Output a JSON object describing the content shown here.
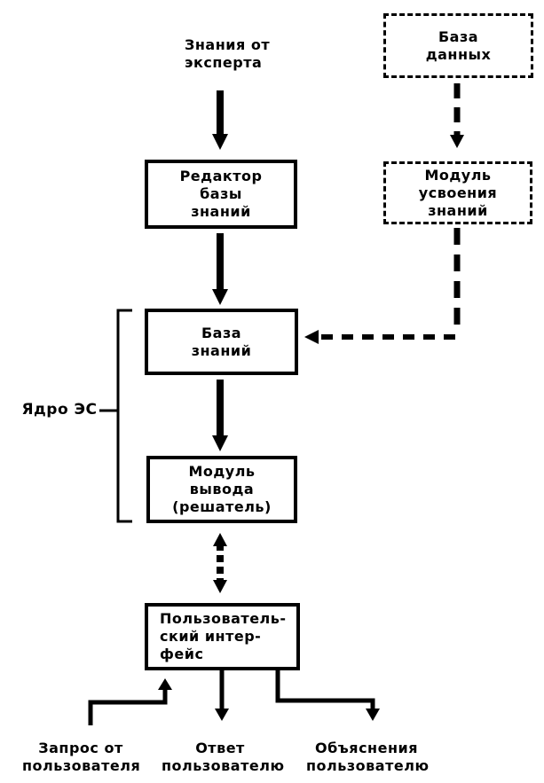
{
  "colors": {
    "ink": "#000000",
    "background": "#ffffff"
  },
  "diagram": {
    "nodes": {
      "expert_knowledge": {
        "lines": [
          "Знания от",
          "эксперта"
        ]
      },
      "database": {
        "lines": [
          "База",
          "данных"
        ]
      },
      "kb_editor": {
        "lines": [
          "Редактор",
          "базы",
          "знаний"
        ]
      },
      "acquisition_module": {
        "lines": [
          "Модуль",
          "усвоения",
          "знаний"
        ]
      },
      "knowledge_base": {
        "lines": [
          "База",
          "знаний"
        ]
      },
      "inference_module": {
        "lines": [
          "Модуль",
          "вывода",
          "(решатель)"
        ]
      },
      "user_interface": {
        "lines": [
          "Пользователь-",
          "ский интер-",
          "фейс"
        ]
      },
      "core_bracket_label": "Ядро ЭС",
      "user_request": {
        "lines": [
          "Запрос от",
          "пользователя"
        ]
      },
      "user_answer": {
        "lines": [
          "Ответ",
          "пользователю"
        ]
      },
      "user_explanations": {
        "lines": [
          "Объяснения",
          "пользователю"
        ]
      }
    }
  }
}
